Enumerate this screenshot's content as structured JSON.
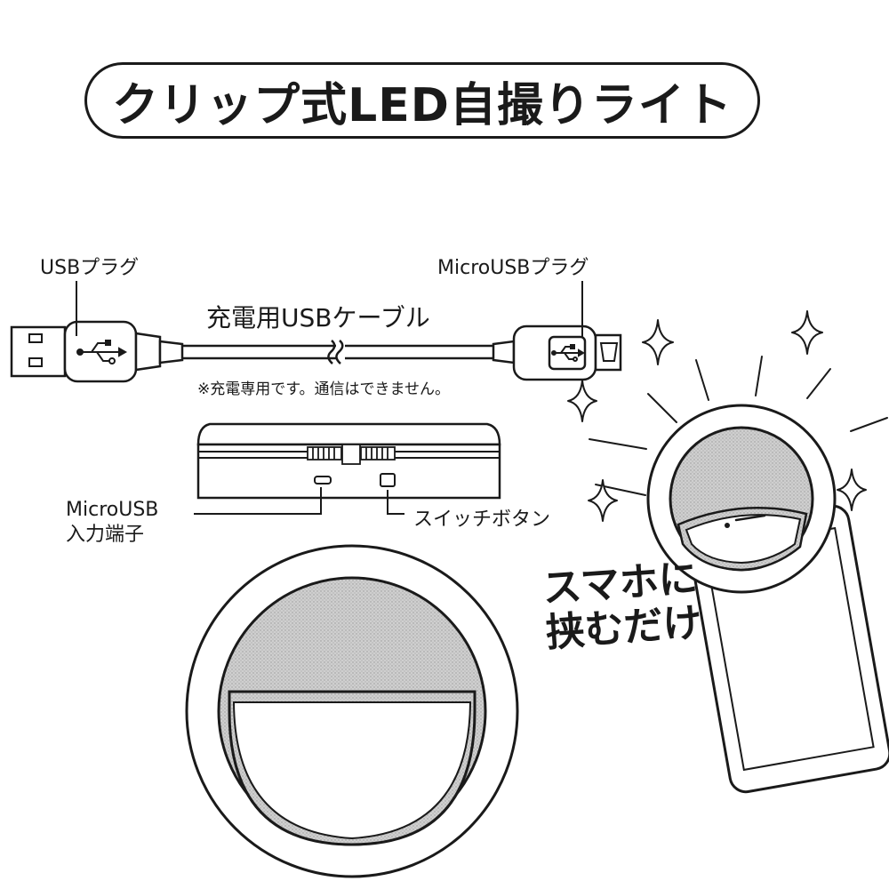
{
  "title": "クリップ式LED自撮りライト",
  "labels": {
    "usb_plug": "USBプラグ",
    "micro_usb_plug": "MicroUSBプラグ",
    "cable": "充電用USBケーブル",
    "note": "※充電専用です。通信はできません。",
    "micro_usb_input_line1": "MicroUSB",
    "micro_usb_input_line2": "入力端子",
    "switch_button": "スイッチボタン",
    "clip_line1": "スマホに",
    "clip_line2": "挟むだけ"
  },
  "icons": [
    "usb-symbol-icon",
    "sparkle-icon"
  ],
  "colors": {
    "line": "#1a1a1a",
    "fill_gray": "#c8c8c8",
    "background": "#ffffff"
  }
}
